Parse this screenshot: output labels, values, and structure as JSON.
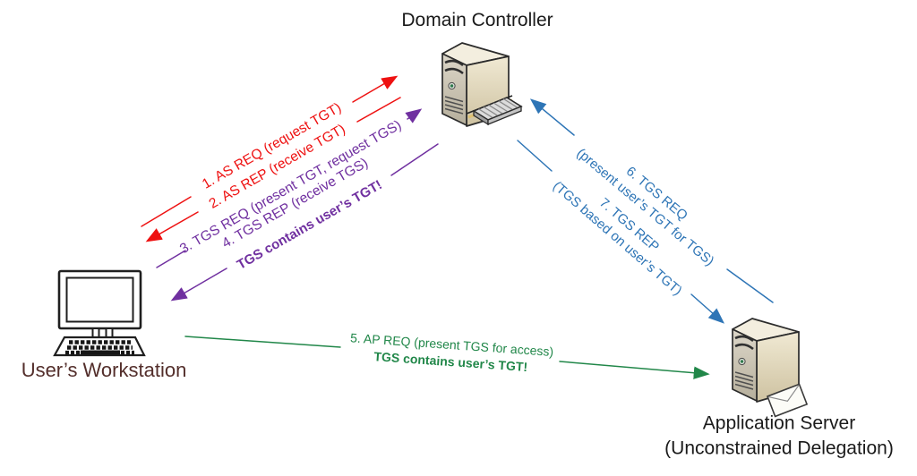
{
  "nodes": {
    "domain_controller": {
      "label": "Domain Controller"
    },
    "user_workstation": {
      "label": "User’s Workstation"
    },
    "application_server": {
      "label": "Application Server",
      "sublabel": "(Unconstrained Delegation)"
    }
  },
  "flows": {
    "as_req": {
      "label": "1. AS REQ (request TGT)"
    },
    "as_rep": {
      "label": "2. AS REP (receive TGT)"
    },
    "tgs_req": {
      "label": "3. TGS REQ (present TGT, request TGS)"
    },
    "tgs_rep": {
      "label": "4. TGS REP (receive TGS)"
    },
    "tgs_note": {
      "label": "TGS contains user’s TGT!"
    },
    "ap_req": {
      "label": "5. AP REQ (present TGS for access)",
      "note": "TGS contains user’s TGT!"
    },
    "tgs_req_delegation": {
      "label": "6. TGS REQ",
      "sublabel": "(present user’s TGT for TGS)"
    },
    "tgs_rep_delegation": {
      "label": "7. TGS REP",
      "sublabel": "(TGS based on user’s TGT)"
    }
  },
  "colors": {
    "as_exchange_red": "#EE1111",
    "tgs_exchange_purple": "#7030A0",
    "ap_exchange_green": "#218749",
    "delegation_exchange_blue": "#2E75B6",
    "workstation_label_maroon": "#532E2B",
    "node_label_black": "#1A1A1A"
  },
  "icons": {
    "domain_controller": "server-with-keyboard-icon",
    "user_workstation": "desktop-computer-icon",
    "application_server": "server-with-envelope-icon"
  }
}
